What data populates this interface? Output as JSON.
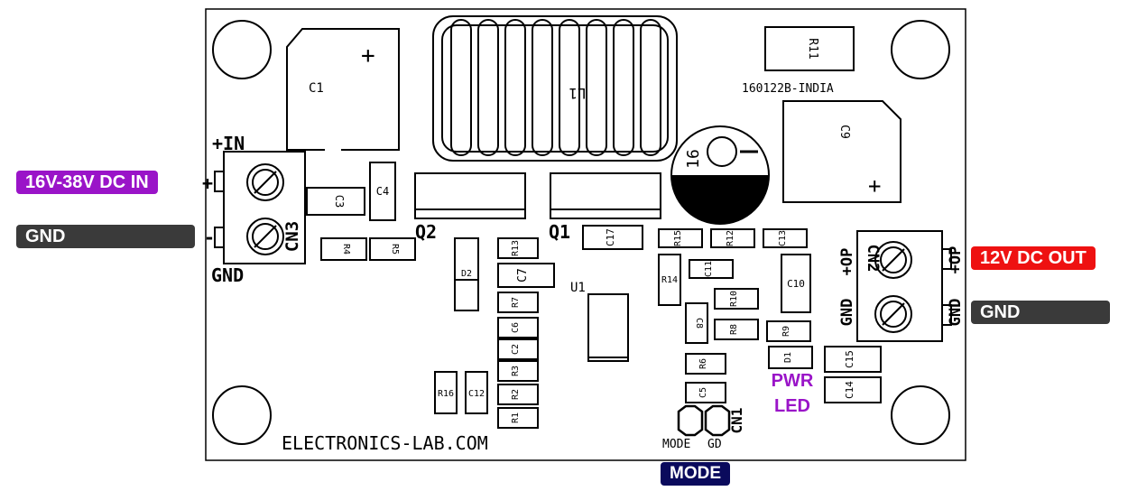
{
  "board": {
    "brand": "ELECTRONICS-LAB.COM",
    "pcb_code": "160122B-INDIA",
    "silkscreen": {
      "plus_in": "+IN",
      "gnd_in": "GND",
      "cn3": "CN3",
      "cn2": "CN2",
      "op_plus_a": "+OP",
      "op_plus_b": "+OP",
      "gnd_out_a": "GND",
      "gnd_out_b": "GND",
      "cn1": "CN1",
      "mode": "MODE",
      "gd": "GD",
      "cap16": "16",
      "plus_c1": "+",
      "plus_c9": "+",
      "plus_pin_in": "+",
      "minus_pin_in": "-"
    },
    "components": {
      "C1": "C1",
      "C9": "C9",
      "L1": "L1",
      "R11": "R11",
      "C3": "C3",
      "C4": "C4",
      "Q2": "Q2",
      "Q1": "Q1",
      "C17": "C17",
      "R15": "R15",
      "R12": "R12",
      "C13": "C13",
      "R4": "R4",
      "R5": "R5",
      "R13": "R13",
      "D2": "D2",
      "C7": "C7",
      "R7": "R7",
      "C6": "C6",
      "C2": "C2",
      "R3": "R3",
      "R2": "R2",
      "R1": "R1",
      "R16": "R16",
      "C12": "C12",
      "U1": "U1",
      "R14": "R14",
      "C11": "C11",
      "R10": "R10",
      "C8": "C8",
      "R8": "R8",
      "R6": "R6",
      "C5": "C5",
      "C10": "C10",
      "R9": "R9",
      "D1": "D1",
      "C15": "C15",
      "C14": "C14"
    }
  },
  "labels": {
    "input_voltage": "16V-38V DC IN",
    "input_gnd": "GND",
    "output_voltage": "12V DC OUT",
    "output_gnd": "GND",
    "mode": "MODE",
    "pwr_led_line1": "PWR",
    "pwr_led_line2": "LED"
  },
  "colors": {
    "input_label": "#9a14c8",
    "gnd_label": "#3a3a3a",
    "output_label": "#ee1111",
    "mode_label": "#0a0a5c",
    "pwr_led_text": "#9a14c8"
  }
}
